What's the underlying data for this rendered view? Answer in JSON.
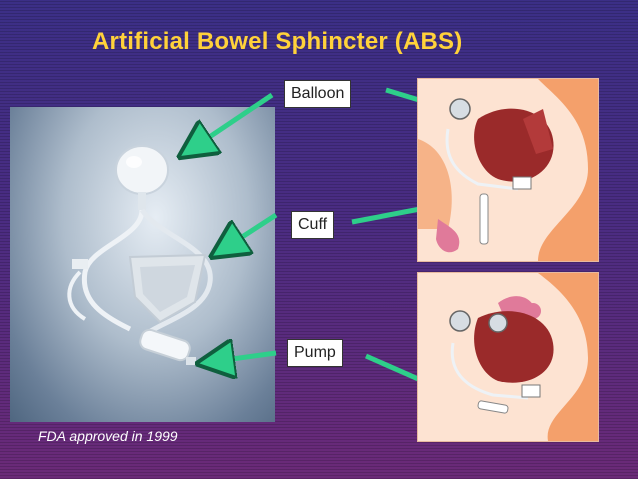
{
  "slide": {
    "title": "Artificial Bowel Sphincter (ABS)",
    "labels": {
      "balloon": "Balloon",
      "cuff": "Cuff",
      "pump": "Pump"
    },
    "footnote": "FDA approved in 1999",
    "colors": {
      "title": "#ffd23a",
      "arrow": "#2ecf8a",
      "tissue": "#f4a06b",
      "muscle": "#9a2a2a"
    }
  }
}
